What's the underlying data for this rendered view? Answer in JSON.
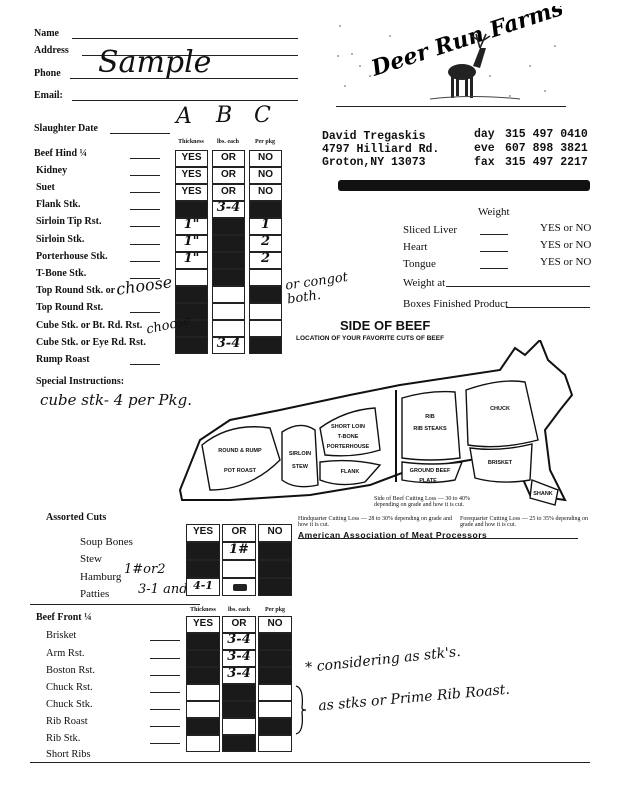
{
  "contact_fields": [
    "Name",
    "Address",
    "Phone",
    "Email:"
  ],
  "handwritten_name": "Sample",
  "farm": {
    "name": "Deer Run Farms",
    "owner": "David Tregaskis",
    "street": "4797 Hilliard Rd.",
    "city": "Groton,NY   13073",
    "phones": [
      {
        "label": "day",
        "number": "315 497 0410"
      },
      {
        "label": "eve",
        "number": "607 898 3821"
      },
      {
        "label": "fax",
        "number": "315 497 2217"
      }
    ]
  },
  "col_letters": [
    "A",
    "B",
    "C"
  ],
  "col_headers": [
    "Thickness",
    "lbs. each",
    "Per pkg"
  ],
  "slaughter_date_label": "Slaughter Date",
  "hind": {
    "title": "Beef Hind ¼",
    "rows": [
      "Kidney",
      "Suet",
      "Flank Stk.",
      "Sirloin Tip Rst.",
      "Sirloin Stk.",
      "Porterhouse Stk.",
      "T-Bone Stk.",
      "Top Round Stk. or",
      "Top Round Rst.",
      "Cube Stk. or Bt. Rd. Rst.",
      "Cube Stk. or Eye Rd. Rst.",
      "Rump Roast"
    ],
    "options": [
      "YES",
      "OR",
      "NO"
    ],
    "hand_values": {
      "flank_b": "3-4",
      "sirloin_tip_a": "1\"",
      "sirloin_tip_c": "1",
      "sirloin_a": "1\"",
      "sirloin_c": "2",
      "porter_a": "1\"",
      "porter_c": "2",
      "cube_eye_b": "3-4"
    }
  },
  "hind_notes": {
    "choose1": "choose",
    "choose2": "choose",
    "congeal": "or congot both."
  },
  "weight": {
    "title": "Weight",
    "rows": [
      {
        "label": "Sliced Liver",
        "answer": "YES or NO"
      },
      {
        "label": "Heart",
        "answer": "YES or NO"
      },
      {
        "label": "Tongue",
        "answer": "YES or NO"
      }
    ],
    "weight_at": "Weight at",
    "boxes": "Boxes Finished Product"
  },
  "special": {
    "label": "Special Instructions:",
    "note": "cube stk- 4 per Pkg."
  },
  "diagram": {
    "title": "SIDE OF BEEF",
    "subtitle": "LOCATION OF YOUR FAVORITE CUTS OF BEEF",
    "hind_caption": "Side of Beef Cutting Loss — 30 to 40% depending on grade and how it is cut.",
    "hq_caption": "Hindquarter Cutting Loss — 28 to 30% depending on grade and how it is cut.",
    "fq_caption": "Forequarter Cutting Loss — 25 to 35% depending on grade and how it is cut.",
    "association": "American Association of Meat Processors",
    "labels": {
      "round": "ROUND & RUMP",
      "shortloin": "SHORT LOIN",
      "sirloin": "SIRLOIN",
      "flank": "FLANK",
      "rib": "RIB",
      "chuck": "CHUCK",
      "brisket": "BRISKET",
      "shank": "SHANK",
      "plate": "PLATE",
      "t_bone": "T-BONE",
      "porterhouse": "PORTERHOUSE",
      "rib_steaks": "RIB STEAKS",
      "pot_roast": "POT ROAST",
      "ground_beef": "GROUND BEEF",
      "stew": "STEW"
    }
  },
  "assorted": {
    "title": "Assorted Cuts",
    "rows": [
      "Soup Bones",
      "Stew",
      "Hamburg",
      "Patties"
    ],
    "options": [
      "YES",
      "OR",
      "NO"
    ],
    "hand": {
      "stew_b": "1#",
      "hamburg_note": "1#or2",
      "patties_note": "3-1 and",
      "patties_a": "4-1"
    }
  },
  "front": {
    "title": "Beef Front ¼",
    "rows": [
      "Brisket",
      "Arm Rst.",
      "Boston Rst.",
      "Chuck Rst.",
      "Chuck Stk.",
      "Rib Roast",
      "Rib Stk.",
      "Short Ribs"
    ],
    "options": [
      "YES",
      "OR",
      "NO"
    ],
    "hand": {
      "arm_b": "3-4",
      "boston_b": "3-4",
      "chuck_b": "3-4"
    },
    "notes": {
      "star": "* considering as stk's.",
      "rib": "as stks or Prime Rib Roast."
    }
  }
}
